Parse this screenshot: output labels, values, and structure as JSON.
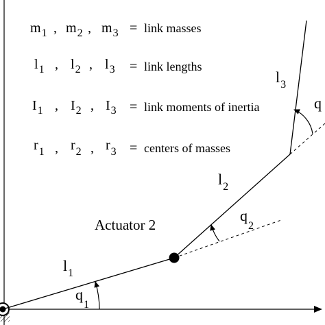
{
  "legend": {
    "rows": [
      {
        "symbols": [
          {
            "base": "m",
            "sub": "1"
          },
          {
            "base": "m",
            "sub": "2"
          },
          {
            "base": "m",
            "sub": "3"
          }
        ],
        "description": "link masses"
      },
      {
        "symbols": [
          {
            "base": "l",
            "sub": "1"
          },
          {
            "base": "l",
            "sub": "2"
          },
          {
            "base": "l",
            "sub": "3"
          }
        ],
        "description": "link lengths"
      },
      {
        "symbols": [
          {
            "base": "I",
            "sub": "1"
          },
          {
            "base": "I",
            "sub": "2"
          },
          {
            "base": "I",
            "sub": "3"
          }
        ],
        "description": "link moments of inertia"
      },
      {
        "symbols": [
          {
            "base": "r",
            "sub": "1"
          },
          {
            "base": "r",
            "sub": "2"
          },
          {
            "base": "r",
            "sub": "3"
          }
        ],
        "description": "centers of masses"
      }
    ],
    "separator": ",",
    "equals": "="
  },
  "labels": {
    "actuator": "Actuator 2",
    "l1": {
      "base": "l",
      "sub": "1"
    },
    "l2": {
      "base": "l",
      "sub": "2"
    },
    "l3": {
      "base": "l",
      "sub": "3"
    },
    "q1": {
      "base": "q",
      "sub": "1"
    },
    "q2": {
      "base": "q",
      "sub": "2"
    },
    "q3_partial": "q"
  },
  "colors": {
    "ink": "#000000",
    "background": "#ffffff"
  }
}
